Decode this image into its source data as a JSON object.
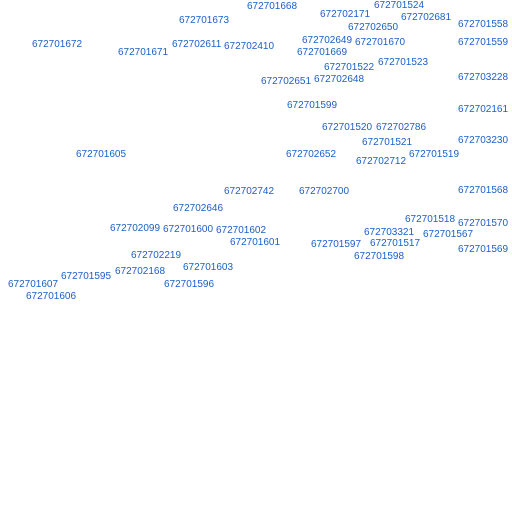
{
  "colors": {
    "background": "#ffffff",
    "label": "#1a5fc8"
  },
  "labels": [
    "672701668",
    "672701524",
    "672702171",
    "672702681",
    "672701673",
    "672702650",
    "672701558",
    "672702649",
    "672701670",
    "672701672",
    "672702611",
    "672702410",
    "672701559",
    "672701669",
    "672701671",
    "672701523",
    "672701522",
    "672703228",
    "672702651",
    "672702648",
    "672701599",
    "672702161",
    "672701520",
    "672702786",
    "672703230",
    "672701521",
    "672701605",
    "672702652",
    "672701519",
    "672702712",
    "672702742",
    "672702700",
    "672701568",
    "672702646",
    "672701518",
    "672701570",
    "672702099",
    "672701600",
    "672701602",
    "672703321",
    "672701567",
    "672701601",
    "672701597",
    "672701517",
    "672701569",
    "672701598",
    "672702219",
    "672701603",
    "672702168",
    "672701595",
    "672701607",
    "672701596",
    "672701606"
  ]
}
